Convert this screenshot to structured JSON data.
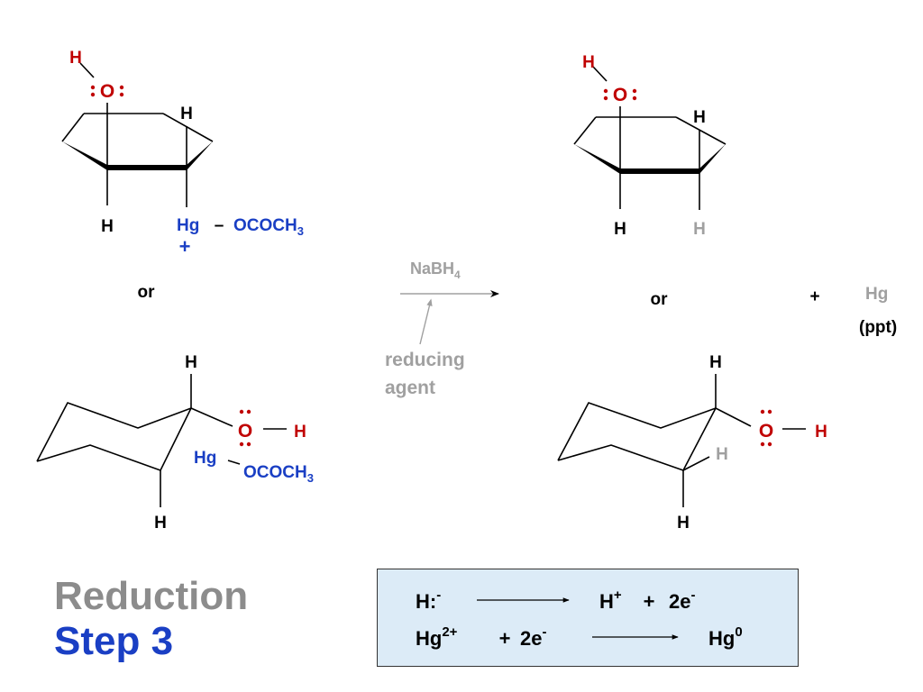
{
  "colors": {
    "black": "#000000",
    "oxygen_red": "#c00000",
    "mercury_blue": "#1a3fc4",
    "gray": "#a0a0a0",
    "title_gray": "#8c8c8c",
    "title_blue": "#1a3fc4",
    "box_fill": "#dcebf7"
  },
  "top_left": {
    "h_oh": "H",
    "o": "O",
    "h_ring_upper": "H",
    "h_ring_lower": "H",
    "hg": "Hg",
    "dash": "–",
    "ococh": "OCOCH",
    "sub3": "3",
    "plus": "+"
  },
  "or_left": "or",
  "bottom_left": {
    "h_top": "H",
    "o": "O",
    "dash": "—",
    "h_oh": "H",
    "hg": "Hg",
    "dash2": "–",
    "ococh": "OCOCH",
    "sub3": "3",
    "h_bottom": "H"
  },
  "reaction": {
    "reagent": "NaBH",
    "reagent_sub": "4",
    "note_line1": "reducing",
    "note_line2": "agent"
  },
  "top_right": {
    "h_oh": "H",
    "o": "O",
    "h_ring_upper": "H",
    "h_ring_lower": "H",
    "h_new": "H"
  },
  "or_right": "or",
  "byproduct": {
    "plus": "+",
    "hg": "Hg",
    "ppt": "(ppt)"
  },
  "bottom_right": {
    "h_top": "H",
    "o": "O",
    "dash": "—",
    "h_oh": "H",
    "h_new": "H",
    "h_bottom": "H"
  },
  "title": {
    "line1": "Reduction",
    "line2": "Step 3"
  },
  "half_reactions": {
    "r1_left": "H:",
    "r1_left_sup": "-",
    "r1_right_a": "H",
    "r1_right_a_sup": "+",
    "r1_plus": "+",
    "r1_right_b": "2e",
    "r1_right_b_sup": "-",
    "r2_left_a": "Hg",
    "r2_left_a_sup": "2+",
    "r2_plus": "+",
    "r2_left_b": "2e",
    "r2_left_b_sup": "-",
    "r2_right": "Hg",
    "r2_right_sup": "0"
  }
}
